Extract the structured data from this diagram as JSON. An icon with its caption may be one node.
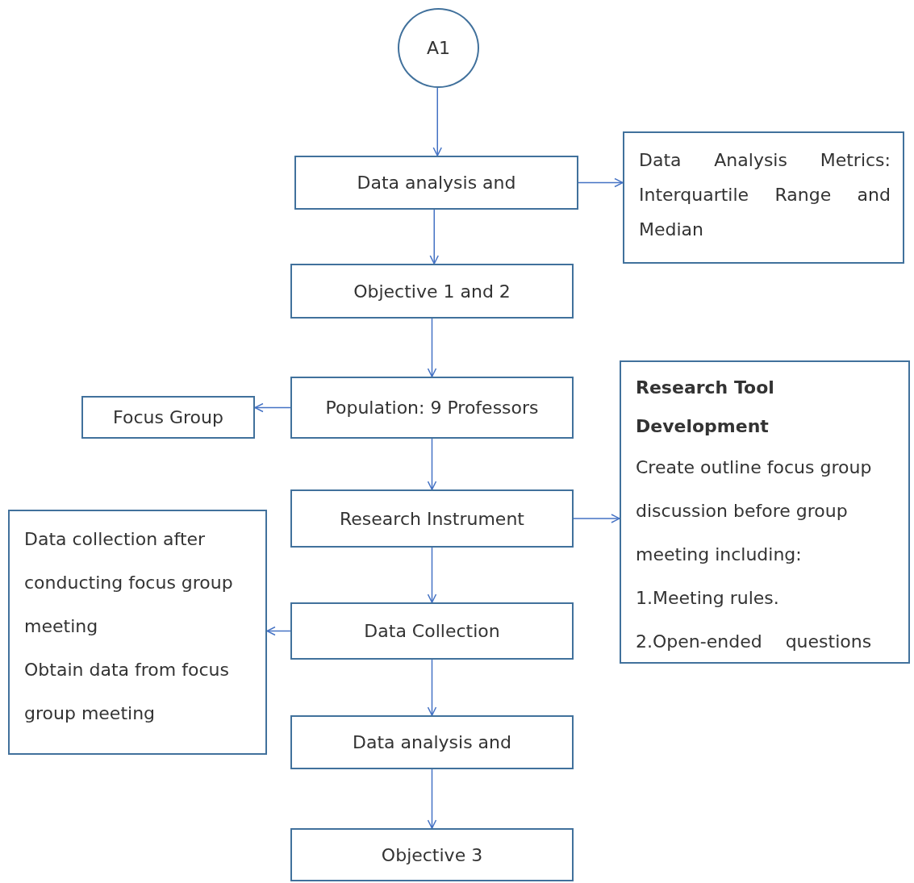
{
  "diagram": {
    "nodes": [
      {
        "text": [
          "A1"
        ]
      },
      {
        "text": [
          "Data analysis and"
        ]
      },
      {
        "text": [
          "Data Analysis Metrics: Interquartile Range and Median"
        ]
      },
      {
        "text": [
          "Objective 1 and 2"
        ]
      },
      {
        "text": [
          "Population: 9 Professors"
        ]
      },
      {
        "text": [
          "Focus Group"
        ]
      },
      {
        "text": [
          "Research Instrument"
        ]
      },
      {
        "text": [
          "Research Tool Development",
          "Create outline focus group discussion before group meeting including:",
          "1.Meeting rules.",
          "2.Open-ended questions"
        ]
      },
      {
        "text": [
          "Data Collection"
        ]
      },
      {
        "text": [
          "Data collection after conducting focus group meeting",
          "Obtain data from focus group meeting"
        ]
      },
      {
        "text": [
          "Data analysis and"
        ]
      },
      {
        "text": [
          "Objective 3"
        ]
      }
    ],
    "edges": [
      {
        "from": 0,
        "to": 1,
        "arrow": "to"
      },
      {
        "from": 1,
        "to": 2,
        "arrow": "to"
      },
      {
        "from": 1,
        "to": 3,
        "arrow": "to"
      },
      {
        "from": 3,
        "to": 4,
        "arrow": "to"
      },
      {
        "from": 4,
        "to": 5,
        "arrow": "to"
      },
      {
        "from": 4,
        "to": 6,
        "arrow": "to"
      },
      {
        "from": 6,
        "to": 7,
        "arrow": "to"
      },
      {
        "from": 6,
        "to": 8,
        "arrow": "to"
      },
      {
        "from": 8,
        "to": 9,
        "arrow": "to"
      },
      {
        "from": 8,
        "to": 10,
        "arrow": "to"
      },
      {
        "from": 10,
        "to": 11,
        "arrow": "to"
      }
    ]
  }
}
